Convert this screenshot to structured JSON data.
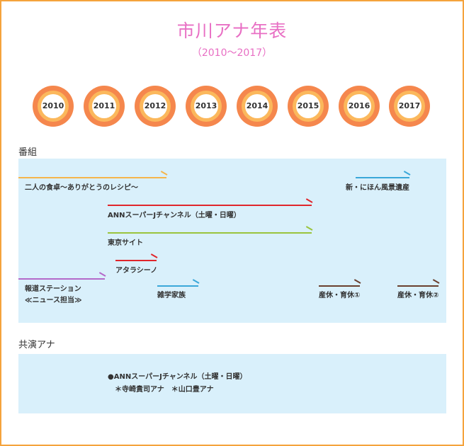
{
  "title": "市川アナ年表",
  "subtitle": "（2010〜2017）",
  "years": [
    "2010",
    "2011",
    "2012",
    "2013",
    "2014",
    "2015",
    "2016",
    "2017"
  ],
  "sections": {
    "programs": "番組",
    "co_anchors": "共演アナ"
  },
  "colors": {
    "yellow": "#f5b54b",
    "red": "#e0262b",
    "green": "#9ac43c",
    "purple": "#b469c9",
    "blue": "#3aa7d9",
    "brown": "#6a3f2e"
  },
  "programs": [
    {
      "label": "二人の食卓〜ありがとうのレシピ〜",
      "color": "yellow"
    },
    {
      "label": "新・にほん風景遺産",
      "color": "blue"
    },
    {
      "label": "ANNスーパーJチャンネル（土曜・日曜）",
      "color": "red"
    },
    {
      "label": "東京サイト",
      "color": "green"
    },
    {
      "label": "アタラシーノ",
      "color": "red"
    },
    {
      "label": "報道ステーション",
      "label2": "≪ニュース担当≫",
      "color": "purple"
    },
    {
      "label": "雑学家族",
      "color": "blue"
    },
    {
      "label": "産休・育休①",
      "color": "brown"
    },
    {
      "label": "産休・育休②",
      "color": "brown"
    }
  ],
  "co_anchors": {
    "program": "●ANNスーパーJチャンネル（土曜・日曜）",
    "names": "＊寺崎貴司アナ　＊山口豊アナ"
  }
}
